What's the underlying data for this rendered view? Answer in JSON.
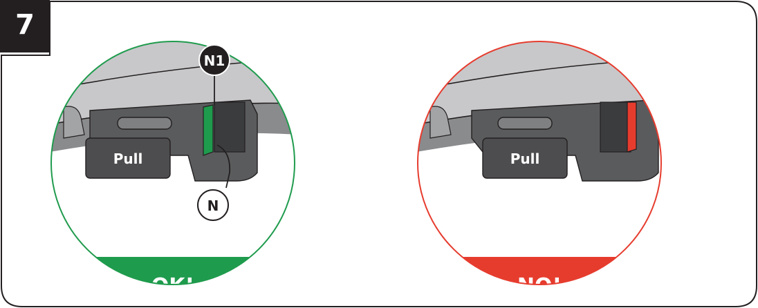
{
  "step_number": "7",
  "panels": [
    {
      "status": "ok",
      "verdict_label": "OK!",
      "verdict_color": "#1f9b4d",
      "indicator_color": "#1f9b4d",
      "handle_label": "Pull",
      "callouts": [
        "N1",
        "N"
      ]
    },
    {
      "status": "no",
      "verdict_label": "NO!",
      "verdict_color": "#e63c2e",
      "indicator_color": "#e63c2e",
      "handle_label": "Pull",
      "callouts": []
    }
  ],
  "colors": {
    "frame": "#231f20",
    "seat_shell": "#c8c8ca",
    "seat_dark": "#4d4d4f",
    "seat_mid": "#6d6e70"
  }
}
